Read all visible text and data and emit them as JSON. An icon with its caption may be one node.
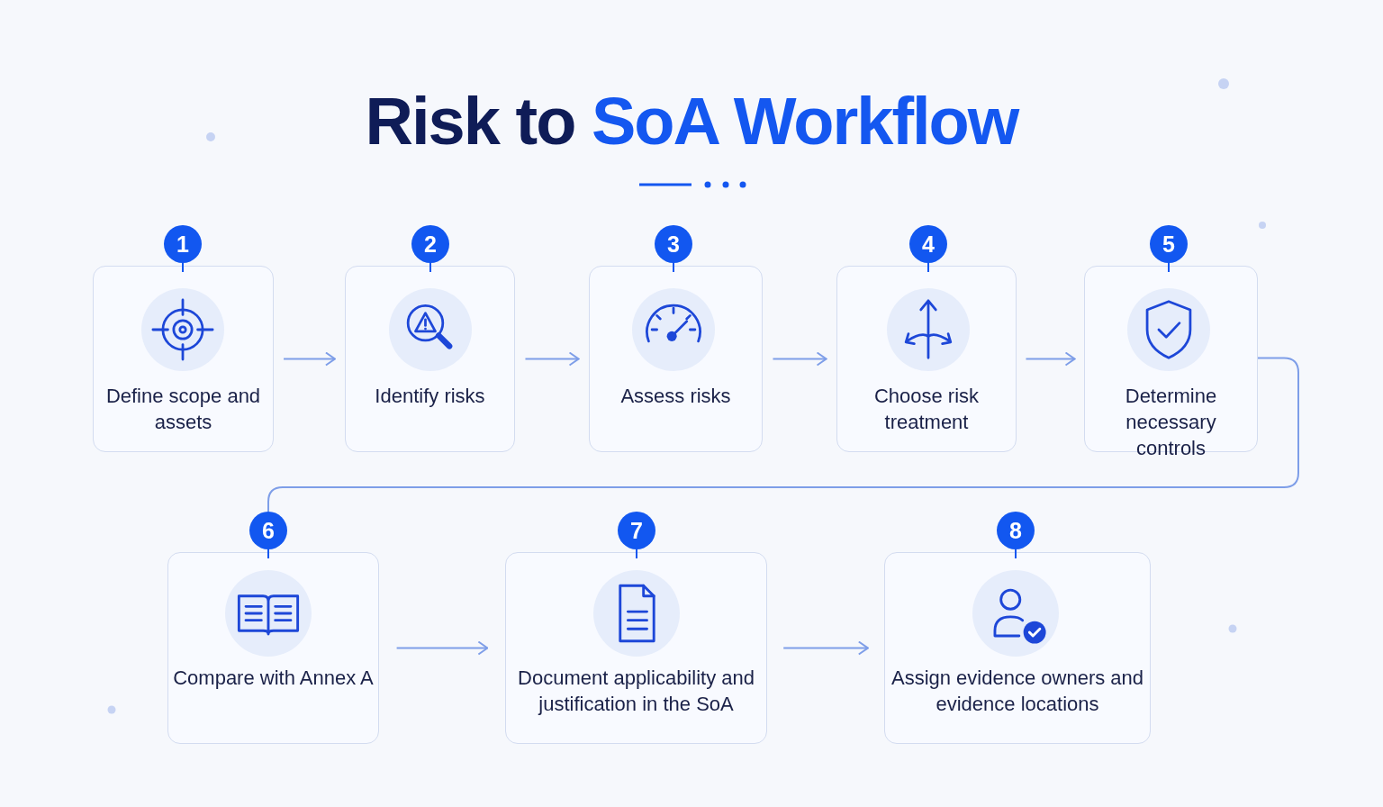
{
  "diagram": {
    "title": "Risk to SoA Workflow",
    "nodes": [
      {
        "text": [
          "1",
          "Define scope and assets"
        ]
      },
      {
        "text": [
          "2",
          "Identify risks"
        ]
      },
      {
        "text": [
          "3",
          "Assess risks"
        ]
      },
      {
        "text": [
          "4",
          "Choose risk treatment"
        ]
      },
      {
        "text": [
          "5",
          "Determine necessary controls"
        ]
      },
      {
        "text": [
          "6",
          "Compare with Annex A"
        ]
      },
      {
        "text": [
          "7",
          "Document applicability and justification in the SoA"
        ]
      },
      {
        "text": [
          "8",
          "Assign evidence owners and evidence locations"
        ]
      }
    ],
    "edges": [
      {
        "from": 0,
        "to": 1,
        "arrow": "to"
      },
      {
        "from": 1,
        "to": 2,
        "arrow": "to"
      },
      {
        "from": 2,
        "to": 3,
        "arrow": "to"
      },
      {
        "from": 3,
        "to": 4,
        "arrow": "to"
      },
      {
        "from": 4,
        "to": 5,
        "arrow": "none"
      },
      {
        "from": 5,
        "to": 6,
        "arrow": "to"
      },
      {
        "from": 6,
        "to": 7,
        "arrow": "to"
      }
    ]
  }
}
